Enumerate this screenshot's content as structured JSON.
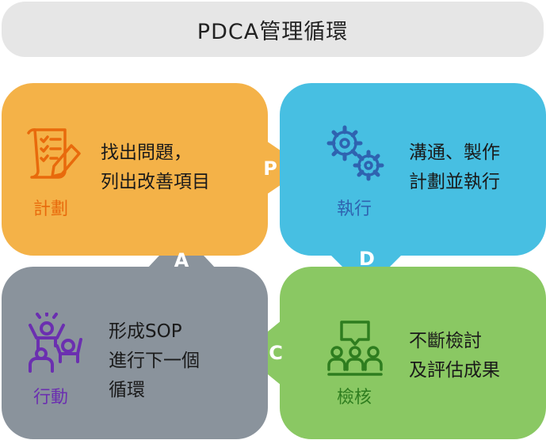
{
  "title": "PDCA管理循環",
  "boxes": {
    "plan": {
      "label": "計劃",
      "line1": "找出問題，",
      "line2": "列出改善項目",
      "label_color": "#e86a0c",
      "fill": "#f4b248"
    },
    "do": {
      "label": "執行",
      "line1": "溝通、製作",
      "line2": "計劃並執行",
      "label_color": "#2f63b0",
      "fill": "#47bfe2"
    },
    "act": {
      "label": "行動",
      "line1": "形成SOP",
      "line2": "進行下一個",
      "line3": "循環",
      "label_color": "#6b2fb0",
      "fill": "#8a939c"
    },
    "check": {
      "label": "檢核",
      "line1": "不斷檢討",
      "line2": "及評估成果",
      "label_color": "#2e7d1f",
      "fill": "#8ac863"
    }
  },
  "letters": {
    "p": "P",
    "d": "D",
    "c": "C",
    "a": "A"
  },
  "icons": {
    "plan": "checklist-pencil-icon",
    "do": "gears-icon",
    "check": "meeting-icon",
    "act": "cheering-people-icon"
  }
}
